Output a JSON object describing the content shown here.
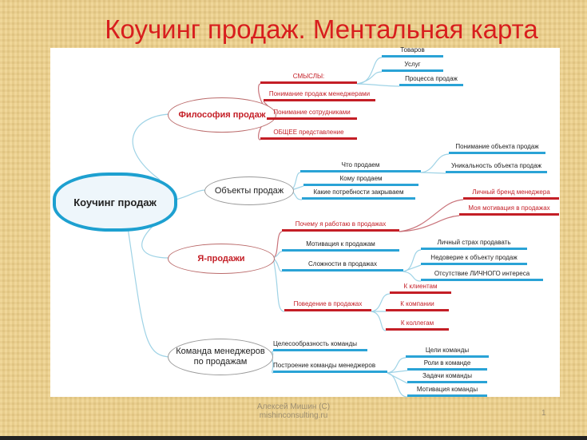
{
  "title": "Коучинг продаж. Ментальная карта",
  "central": "Коучинг продаж",
  "branches": [
    {
      "label": "Философия продаж",
      "children": [
        {
          "label": "СМЫСЛЫ:",
          "children": [
            {
              "label": "Товаров"
            },
            {
              "label": "Услуг"
            },
            {
              "label": "Процесса продаж"
            }
          ]
        },
        {
          "label": "Понимание продаж менеджерами"
        },
        {
          "label": "Понимание сотрудниками"
        },
        {
          "label": "ОБЩЕЕ представление"
        }
      ]
    },
    {
      "label": "Объекты продаж",
      "children": [
        {
          "label": "Что продаем",
          "children": [
            {
              "label": "Понимание объекта продаж"
            },
            {
              "label": "Уникальность объекта продаж"
            }
          ]
        },
        {
          "label": "Кому продаем"
        },
        {
          "label": "Какие потребности закрываем"
        }
      ]
    },
    {
      "label": "Я-продажи",
      "children": [
        {
          "label": "Почему я работаю в продажах",
          "children": [
            {
              "label": "Личный бренд менеджера"
            },
            {
              "label": "Моя мотивация в продажах"
            }
          ]
        },
        {
          "label": "Мотивация к продажам"
        },
        {
          "label": "Сложности в продажах",
          "children": [
            {
              "label": "Личный страх продавать"
            },
            {
              "label": "Недоверие к объекту продаж"
            },
            {
              "label": "Отсутствие ЛИЧНОГО интереса"
            }
          ]
        },
        {
          "label": "Поведение в продажах",
          "children": [
            {
              "label": "К клиентам"
            },
            {
              "label": "К компании"
            },
            {
              "label": "К коллегам"
            }
          ]
        }
      ]
    },
    {
      "label": "Команда менеджеров по продажам",
      "children": [
        {
          "label": "Целесообразность команды"
        },
        {
          "label": "Построение команды менеджеров",
          "children": [
            {
              "label": "Цели команды"
            },
            {
              "label": "Роли в команде"
            },
            {
              "label": "Задачи команды"
            },
            {
              "label": "Мотивация команды"
            }
          ]
        }
      ]
    }
  ],
  "footer": {
    "author": "Алексей Мишин (С)",
    "site": "mishinconsulting.ru",
    "page": "1"
  }
}
